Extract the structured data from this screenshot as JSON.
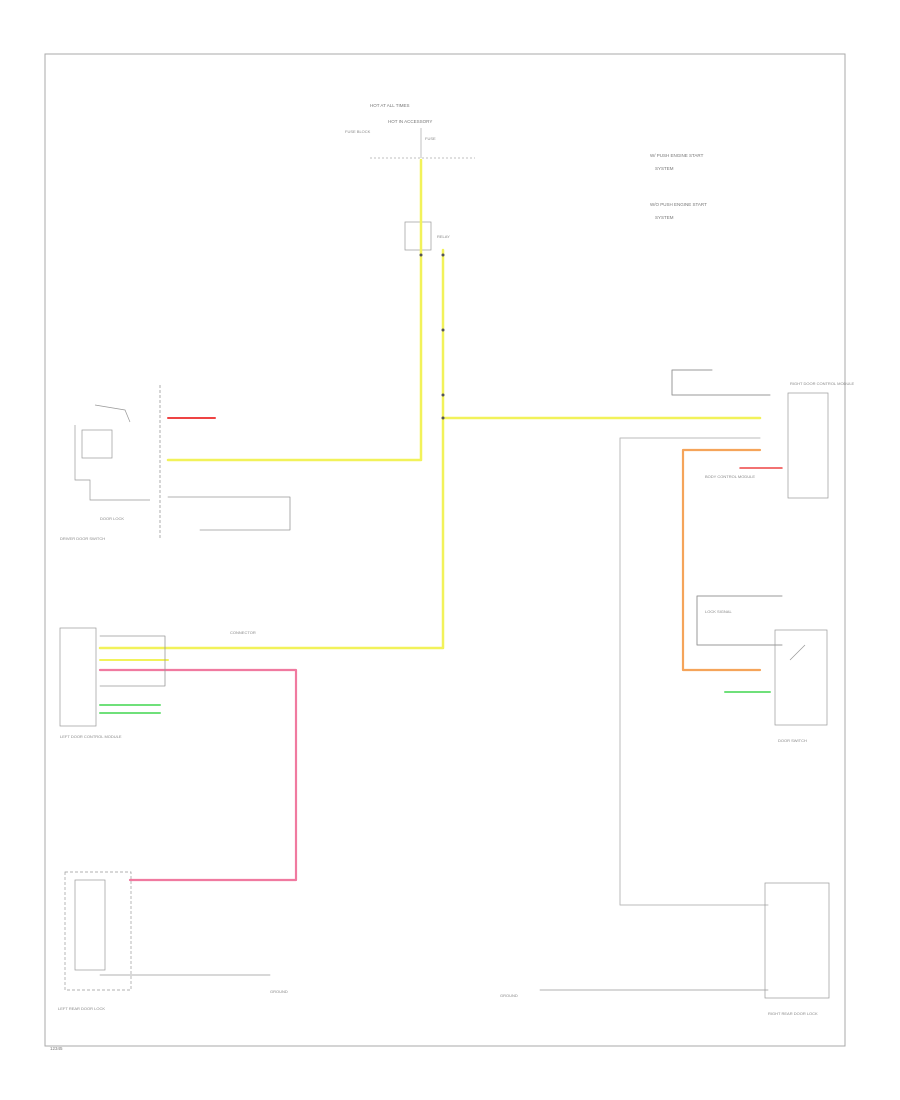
{
  "colors": {
    "yellow_wire": "#f2f25a",
    "pink_wire": "#f07aa0",
    "orange_wire": "#f5a45a",
    "green_wire": "#6fe07a",
    "gray_wire": "#bbbbbb",
    "frame": "#aaaaaa",
    "text": "#777777"
  },
  "labels": {
    "top_source": "HOT AT ALL TIMES",
    "top_source_sub": "HOT IN ACCESSORY",
    "fuse_box": "FUSE BLOCK",
    "fuse": "FUSE",
    "relay": "RELAY",
    "note_1a": "W/ PUSH ENGINE START",
    "note_1b": "SYSTEM",
    "note_2a": "W/O PUSH ENGINE START",
    "note_2b": "SYSTEM",
    "driver_door_switch": "DRIVER DOOR SWITCH",
    "driver_lock": "DOOR LOCK",
    "left_door_control": "LEFT DOOR CONTROL MODULE",
    "left_rear_lock": "LEFT REAR DOOR LOCK",
    "left_ground": "GROUND",
    "right_rear_lock": "RIGHT REAR DOOR LOCK",
    "right_ground": "GROUND",
    "right_door_control": "RIGHT DOOR CONTROL MODULE",
    "door_switch_right": "DOOR SWITCH",
    "lock_signal": "LOCK SIGNAL",
    "connector": "CONNECTOR",
    "body_control": "BODY CONTROL MODULE",
    "corner_id": "12345"
  }
}
